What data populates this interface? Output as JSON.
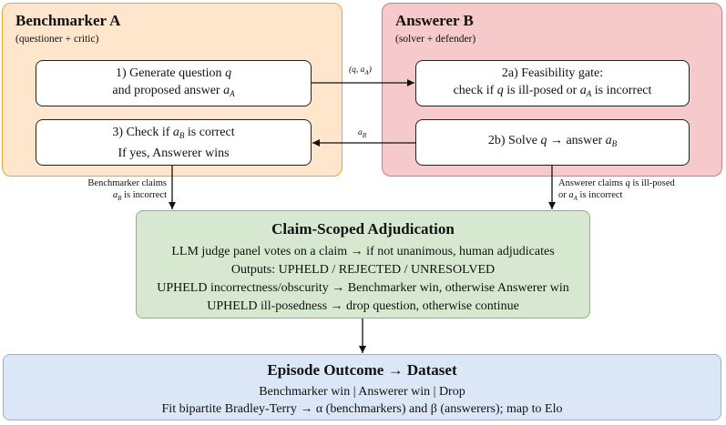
{
  "benchmarker": {
    "title": "Benchmarker A",
    "subtitle": "(questioner + critic)",
    "step1": {
      "pre": "1) Generate question ",
      "q": "q",
      "line2_pre": "and proposed answer ",
      "a": "a",
      "a_sub": "A"
    },
    "step3": {
      "pre": "3) Check if ",
      "a": "a",
      "a_sub": "B",
      "post": " is correct",
      "line2": "If yes, Answerer wins"
    }
  },
  "answerer": {
    "title": "Answerer B",
    "subtitle": "(solver + defender)",
    "step2a": {
      "line1": "2a) Feasibility gate:",
      "pre": "check if ",
      "q": "q",
      "mid": " is ill-posed or ",
      "a": "a",
      "a_sub": "A",
      "post": " is incorrect"
    },
    "step2b": {
      "pre": "2b) Solve ",
      "q": "q",
      "mid": " → answer ",
      "a": "a",
      "a_sub": "B"
    }
  },
  "edges": {
    "qa": {
      "open": "(",
      "q": "q",
      "comma": ", ",
      "a": "a",
      "a_sub": "A",
      "close": ")"
    },
    "ab": {
      "a": "a",
      "a_sub": "B"
    },
    "benchmarker_claim": {
      "line1": "Benchmarker claims",
      "a": "a",
      "a_sub": "B",
      "line2_post": " is incorrect"
    },
    "answerer_claim": {
      "line1_pre": "Answerer claims ",
      "q": "q",
      "line1_post": " is ill-posed",
      "line2_pre": "or ",
      "a": "a",
      "a_sub": "A",
      "line2_post": " is incorrect"
    }
  },
  "adjudication": {
    "title": "Claim-Scoped Adjudication",
    "lines": [
      "LLM judge panel votes on a claim → if not unanimous, human adjudicates",
      "Outputs: UPHELD / REJECTED / UNRESOLVED",
      "UPHELD incorrectness/obscurity → Benchmarker win, otherwise Answerer win",
      "UPHELD ill-posedness → drop question, otherwise continue"
    ]
  },
  "outcome": {
    "title": "Episode Outcome → Dataset",
    "lines": [
      "Benchmarker win | Answerer win | Drop",
      "Fit bipartite Bradley-Terry → α (benchmarkers) and β (answerers); map to Elo"
    ]
  },
  "colors": {
    "benchmarker_fill": "#fde6cc",
    "answerer_fill": "#f6c9cb",
    "adjudication_fill": "#d6e8cf",
    "outcome_fill": "#dbe7f7"
  }
}
